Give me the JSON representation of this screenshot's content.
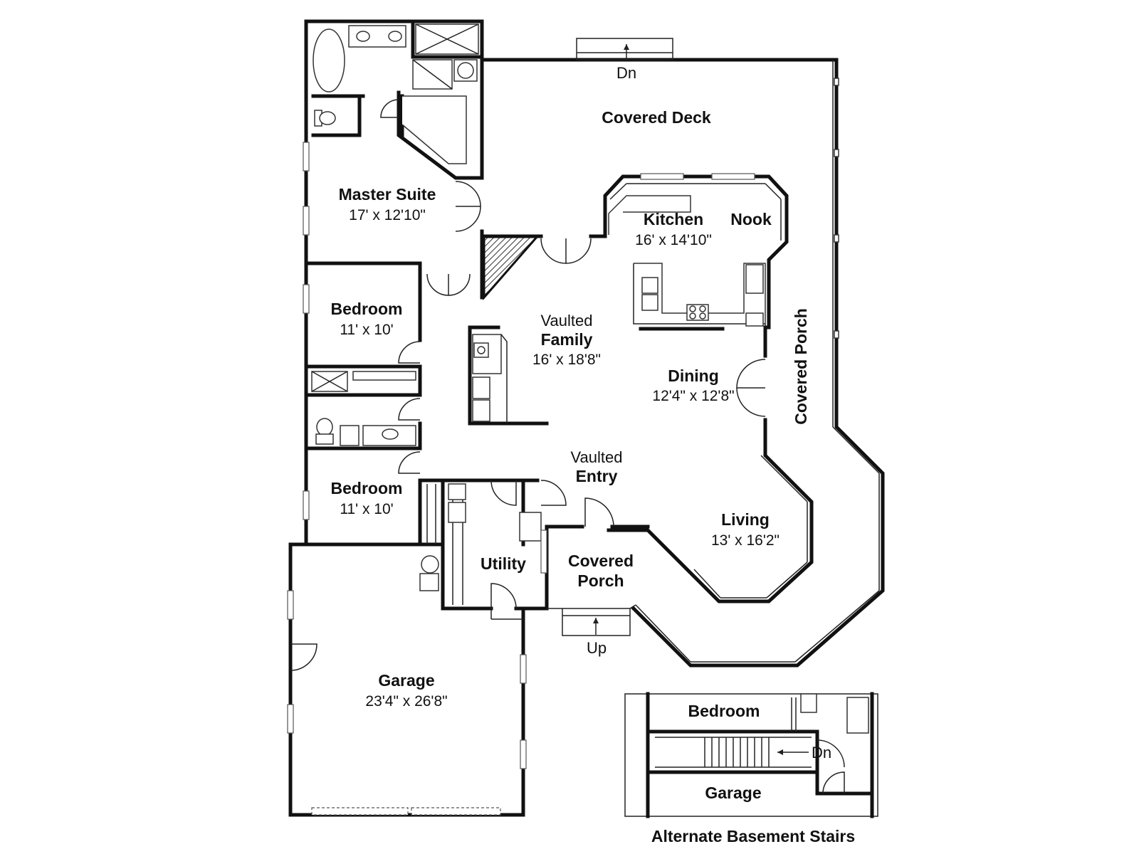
{
  "plan": {
    "deck": {
      "name": "Covered Deck",
      "stair": "Dn"
    },
    "master": {
      "name": "Master Suite",
      "size": "17' x 12'10\""
    },
    "bedroom1": {
      "name": "Bedroom",
      "size": "11' x 10'"
    },
    "bedroom2": {
      "name": "Bedroom",
      "size": "11' x 10'"
    },
    "kitchen": {
      "name": "Kitchen",
      "size": "16' x 14'10\""
    },
    "nook": {
      "name": "Nook"
    },
    "family": {
      "line1": "Vaulted",
      "line2": "Family",
      "size": "16' x 18'8\""
    },
    "dining": {
      "name": "Dining",
      "size": "12'4\" x 12'8\""
    },
    "side_porch": {
      "name": "Covered Porch"
    },
    "entry": {
      "line1": "Vaulted",
      "line2": "Entry"
    },
    "living": {
      "name": "Living",
      "size": "13' x 16'2\""
    },
    "utility": {
      "name": "Utility"
    },
    "front_porch": {
      "line1": "Covered",
      "line2": "Porch",
      "stair": "Up"
    },
    "garage": {
      "name": "Garage",
      "size": "23'4\" x 26'8\""
    }
  },
  "inset": {
    "bedroom": "Bedroom",
    "stair": "Dn",
    "garage": "Garage",
    "caption": "Alternate Basement Stairs"
  }
}
